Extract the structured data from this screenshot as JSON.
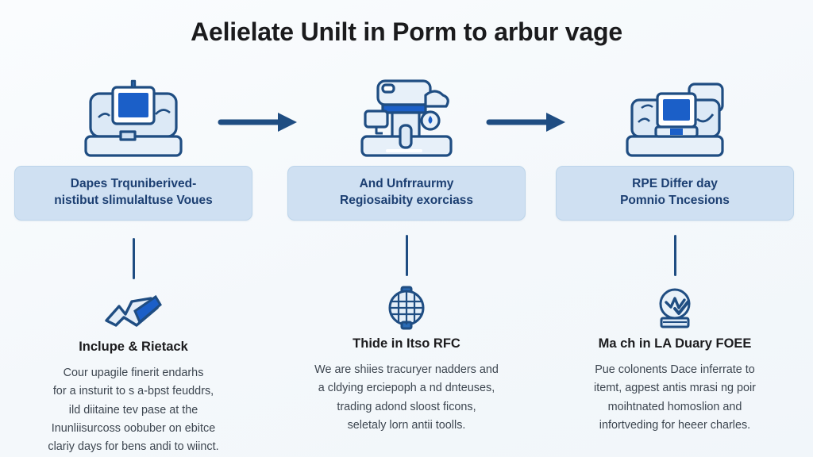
{
  "page": {
    "title": "Aelielate Unilt in Porm to arbur vage",
    "background_color": "#f7fafc",
    "accent_color": "#1f4d82",
    "box_color": "#cfe0f2",
    "box_text_color": "#1c3f72"
  },
  "arrows": [
    {
      "name": "arrow-step-1-to-2",
      "glyph": "→"
    },
    {
      "name": "arrow-step-2-to-3",
      "glyph": "→"
    }
  ],
  "columns": [
    {
      "top_icon": "computer-monitor-desk-icon",
      "label_line_1": "Dapes Trquniberived-",
      "label_line_2": "nistibut slimulaltuse Voues",
      "sub_icon": "trending-up-check-icon",
      "heading": "Inclupe & Rietack",
      "body_lines": [
        "Cour upagile finerit endarhs",
        "for a insturit to s a-bpst feuddrs,",
        "ild diitaine tev pase at the",
        "Inunliisurcoss oobuber on ebitce",
        "clariy days for bens andi to wiinct."
      ]
    },
    {
      "top_icon": "industrial-machine-icon",
      "label_line_1": "And Unfrraurmy",
      "label_line_2": "Regiosaibity exorciass",
      "sub_icon": "globe-grid-sphere-icon",
      "heading": "Thide in Itso RFC",
      "body_lines": [
        "We are shiies tracuryer nadders and",
        "a cldying erciepoph a nd dnteuses,",
        "trading adond sloost ficons,",
        "seletaly lorn antii toolls."
      ]
    },
    {
      "top_icon": "computer-workstation-icon",
      "label_line_1": "RPE Differ day",
      "label_line_2": "Pomnio Tncesions",
      "sub_icon": "verified-check-badge-icon",
      "heading": "Ma ch in LA Duary FOEE",
      "body_lines": [
        "Pue colonents Dace inferrate to",
        "itemt, agpest antis mrasi ng poir",
        "moihtnated homoslion and",
        "infortveding for heeer charles."
      ]
    }
  ]
}
